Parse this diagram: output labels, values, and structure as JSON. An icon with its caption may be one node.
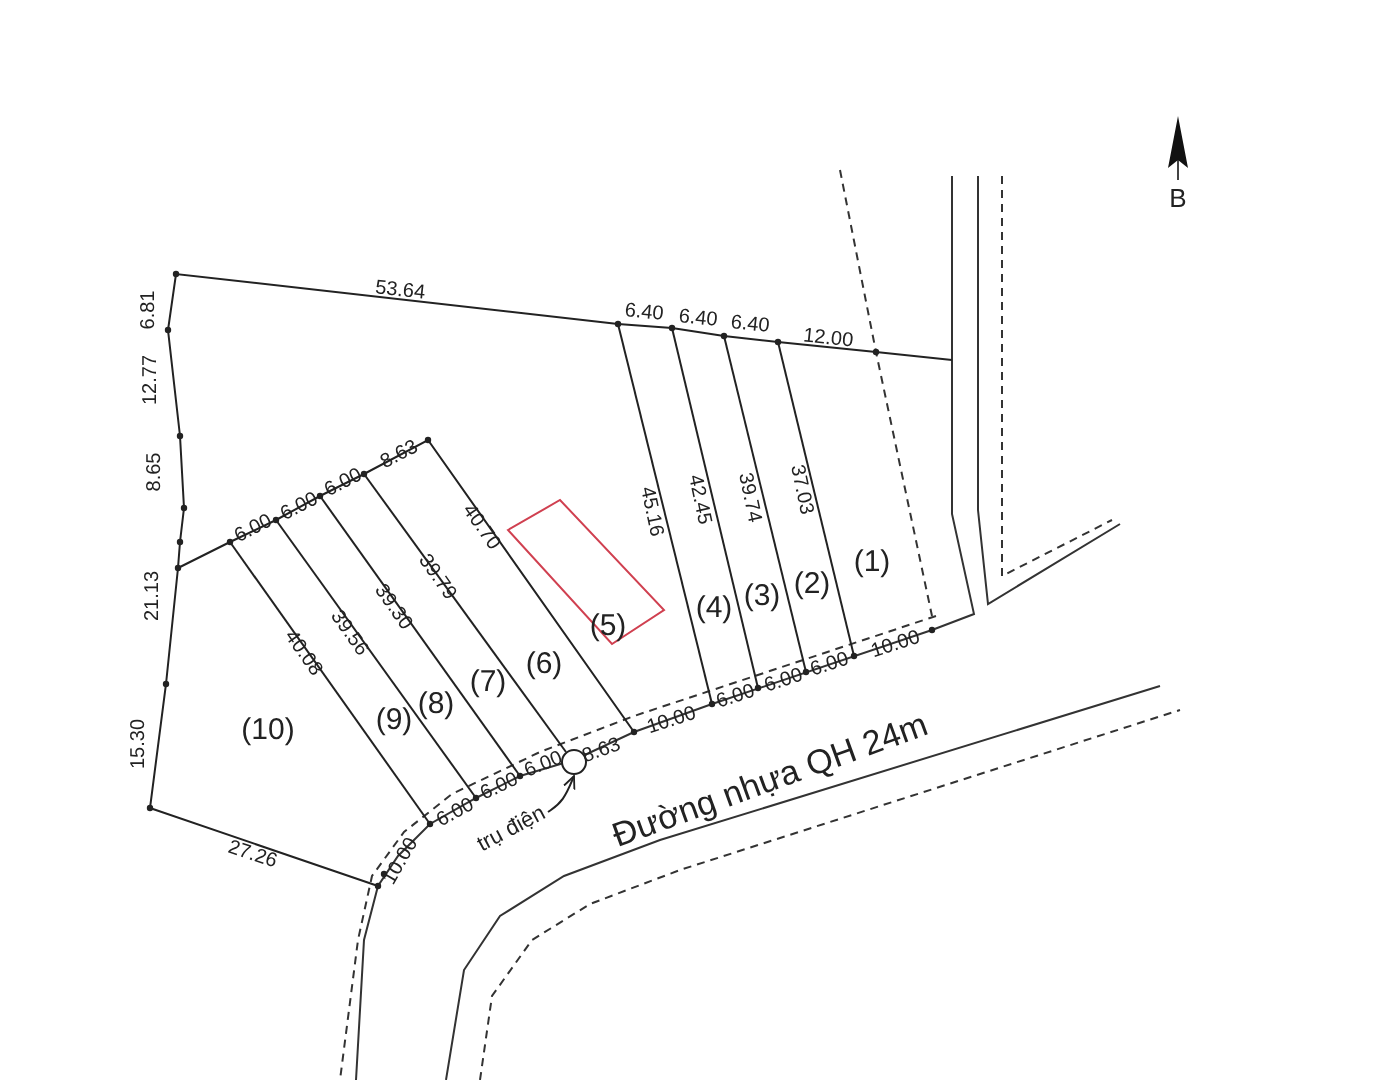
{
  "diagram": {
    "nodes": [
      {
        "text": [
          "trụ điện"
        ]
      },
      {
        "text": [],
        "shape": "circle"
      }
    ],
    "edges": [
      {
        "from": 0,
        "to": 1,
        "arrow": "to"
      }
    ],
    "labels": [
      "B",
      "53.64",
      "6.81",
      "6.40",
      "6.40",
      "6.40",
      "12.00",
      "12.77",
      "8.63",
      "6.00",
      "6.00",
      "6.00",
      "8.65",
      "45.16",
      "42.45",
      "39.74",
      "37.03",
      "40.70",
      "21.13",
      "39.79",
      "39.30",
      "39.56",
      "40.08",
      "(10)",
      "(9)",
      "(8)",
      "(7)",
      "(6)",
      "(5)",
      "(4)",
      "(3)",
      "(2)",
      "(1)",
      "15.30",
      "10.00",
      "6.00",
      "6.00",
      "6.00",
      "10.00",
      "8.63",
      "6.00",
      "6.00",
      "6.00",
      "Đường nhựa QH 24m",
      "27.26",
      "10.00"
    ]
  }
}
